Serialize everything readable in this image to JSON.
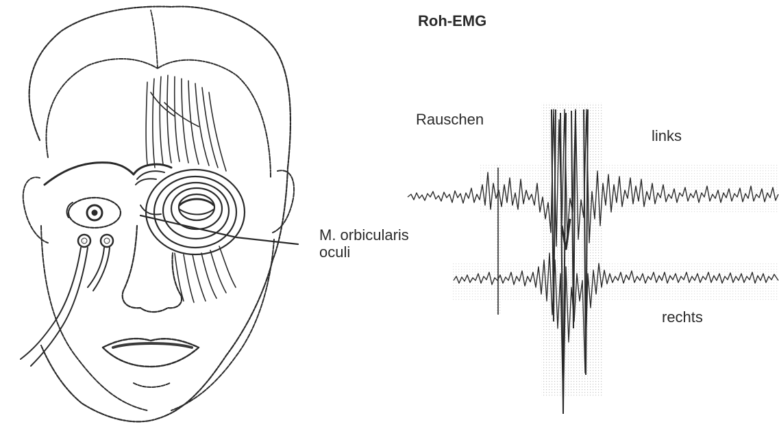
{
  "diagram": {
    "title": "Roh-EMG",
    "noise_label": "Rauschen",
    "left_trace_label": "links",
    "right_trace_label": "rechts",
    "muscle_label_line1": "M. orbicularis",
    "muscle_label_line2": "oculi"
  },
  "colors": {
    "ink": "#2a2a2a",
    "stipple": "#c8c8c8",
    "background": "#ffffff"
  }
}
